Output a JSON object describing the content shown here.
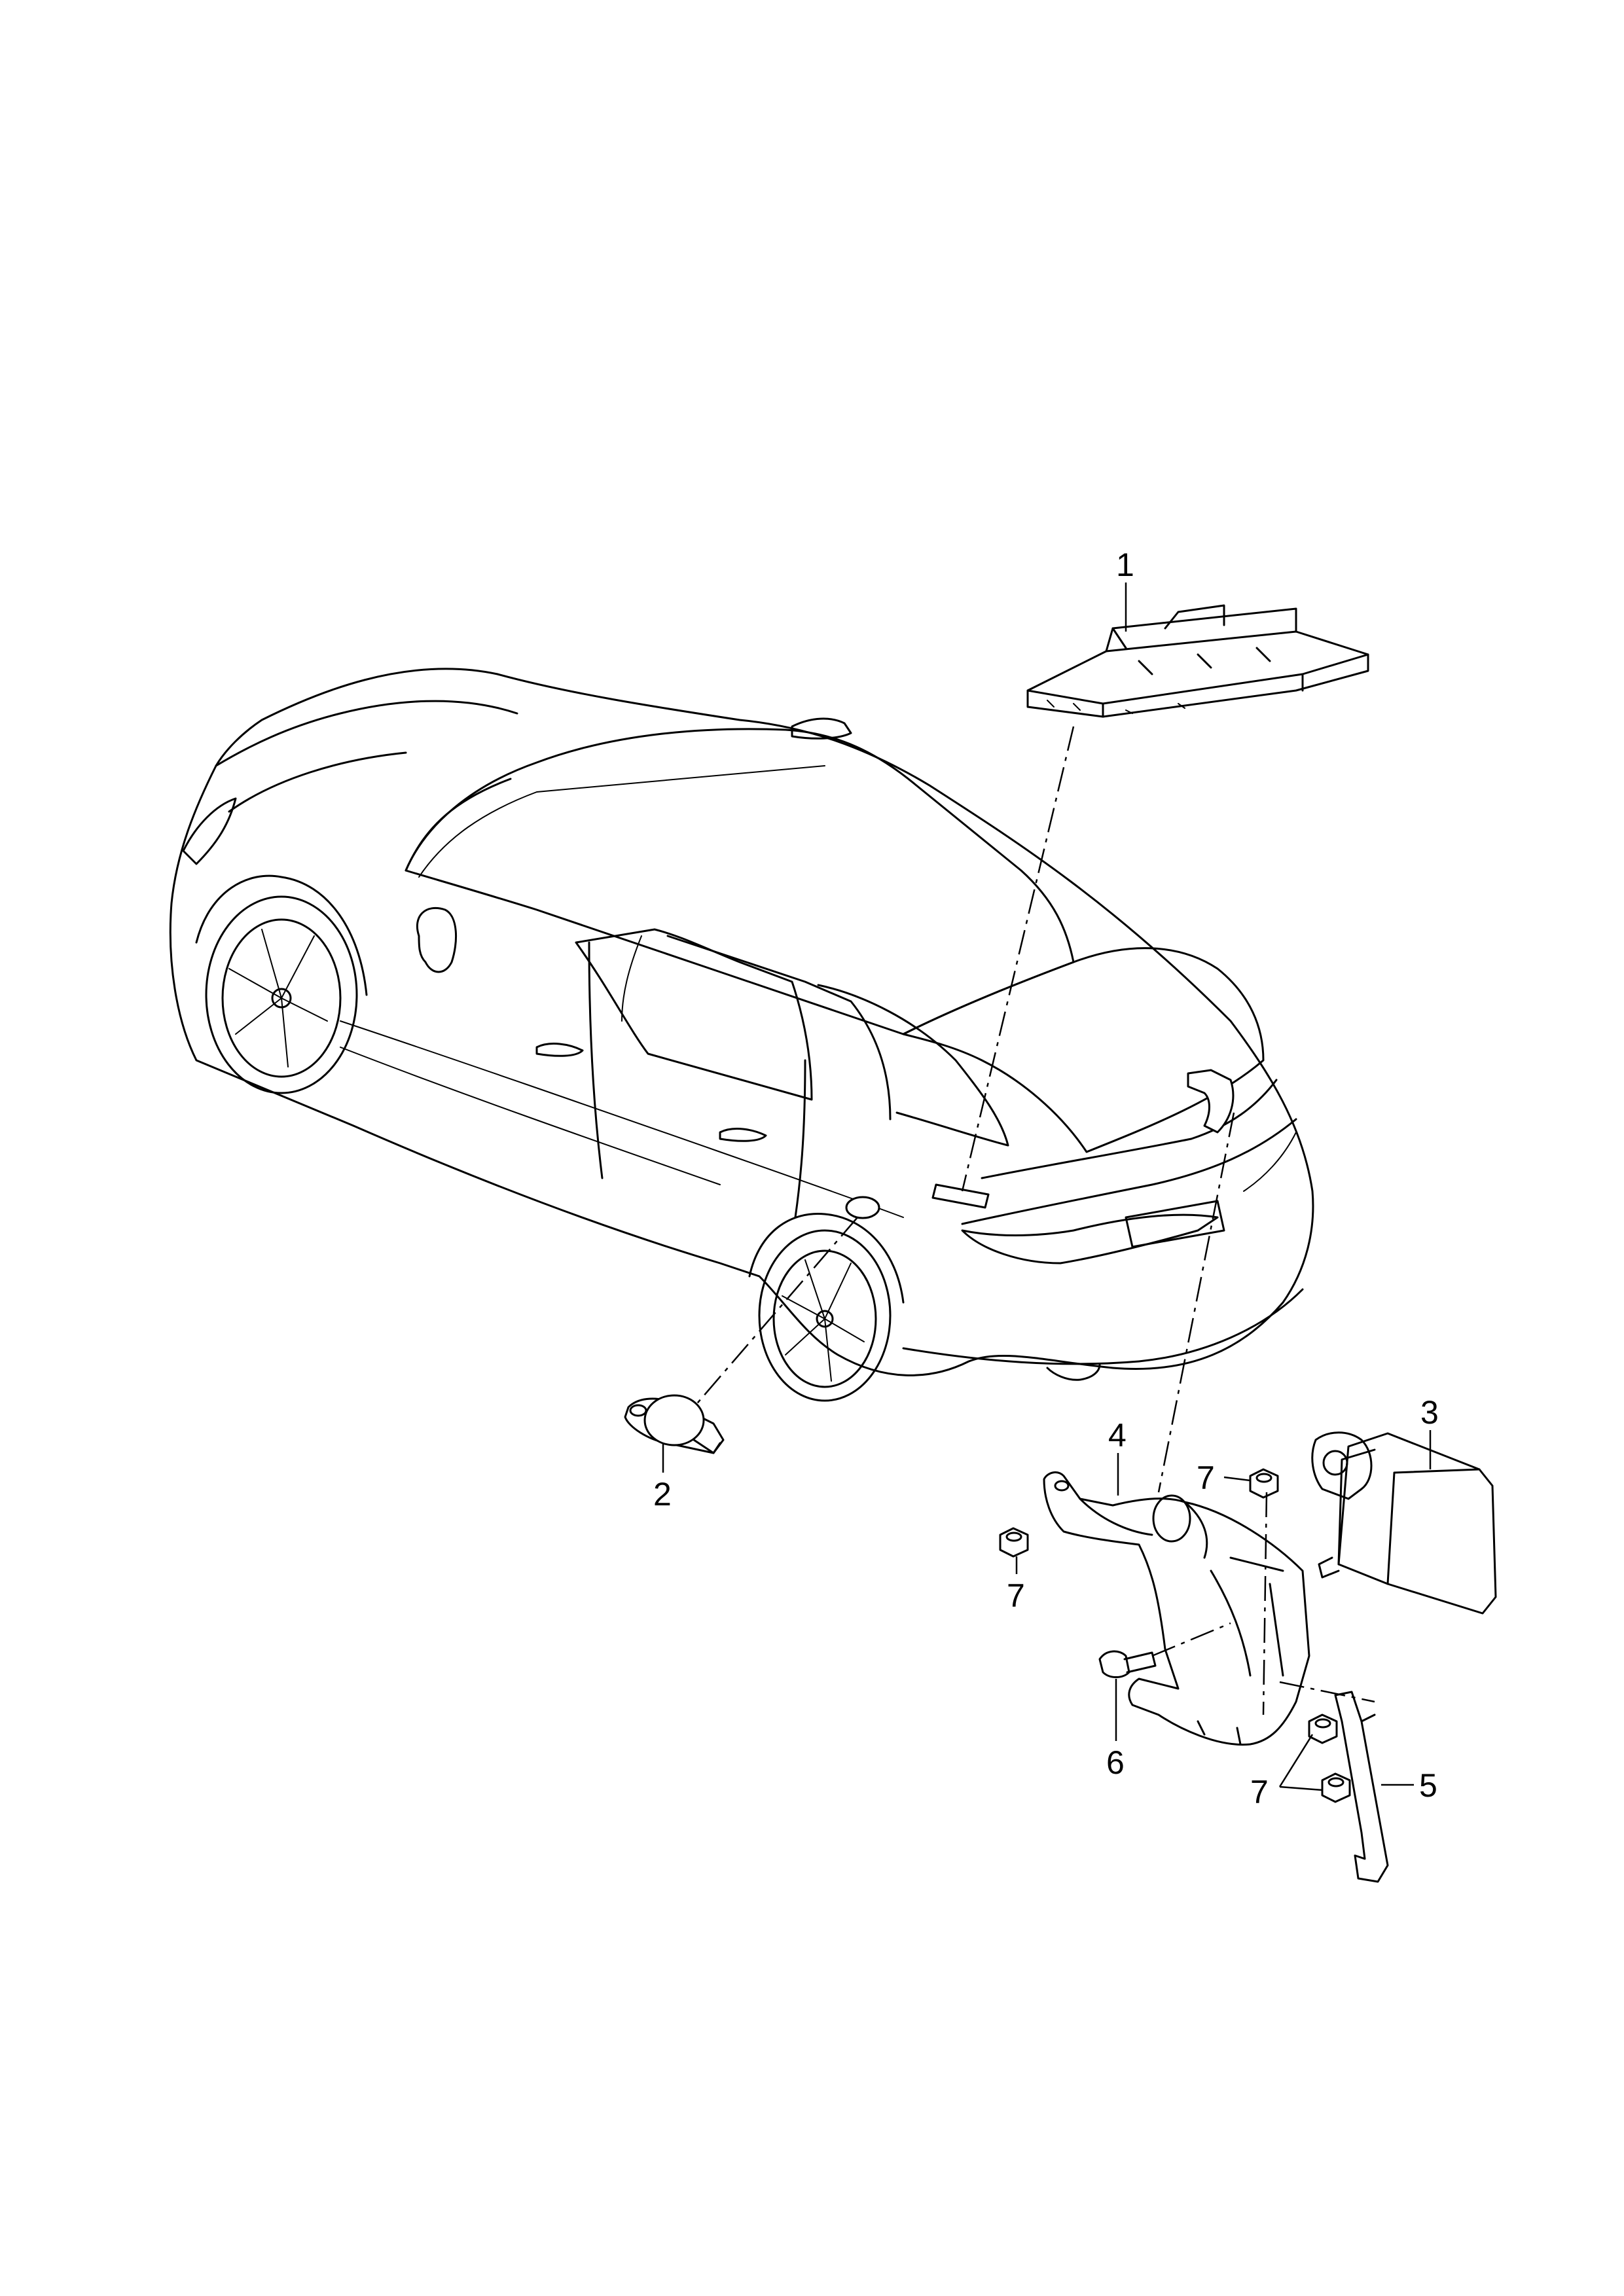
{
  "diagram": {
    "callouts": [
      {
        "id": "c1",
        "text": "1"
      },
      {
        "id": "c2",
        "text": "2"
      },
      {
        "id": "c3",
        "text": "3"
      },
      {
        "id": "c4",
        "text": "4"
      },
      {
        "id": "c5",
        "text": "5"
      },
      {
        "id": "c6",
        "text": "6"
      },
      {
        "id": "c7a",
        "text": "7"
      },
      {
        "id": "c7b",
        "text": "7"
      },
      {
        "id": "c7c",
        "text": "7"
      }
    ]
  }
}
